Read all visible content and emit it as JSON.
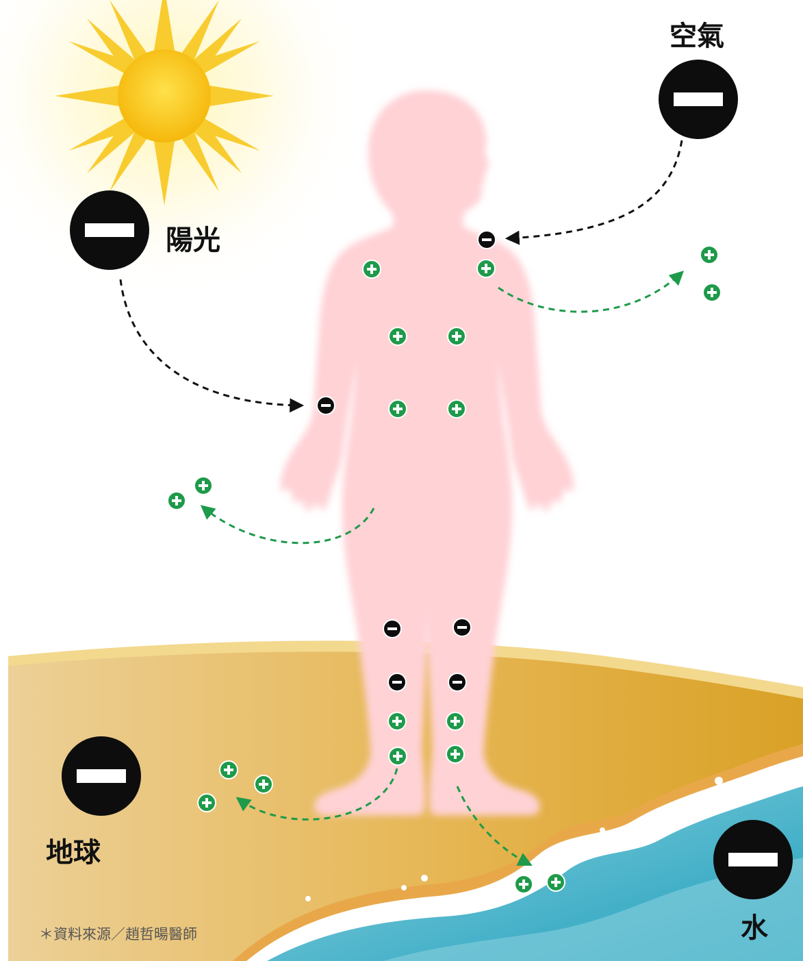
{
  "labels": {
    "sun": "陽光",
    "air": "空氣",
    "earth": "地球",
    "water": "水",
    "source": "＊資料來源／趙哲暘醫師"
  },
  "icons": {
    "negative": "minus-sign-icon",
    "positive": "plus-sign-icon",
    "sun": "sun-icon",
    "body": "human-silhouette"
  },
  "colors": {
    "body": "#e14a5e",
    "negative": "#0d0d0d",
    "positive": "#1e9a4a",
    "sun": "#f7c512",
    "sand": "#e6b95a",
    "water": "#2aaac5",
    "arrow_black": "#111111",
    "arrow_green": "#1e9a4a"
  }
}
